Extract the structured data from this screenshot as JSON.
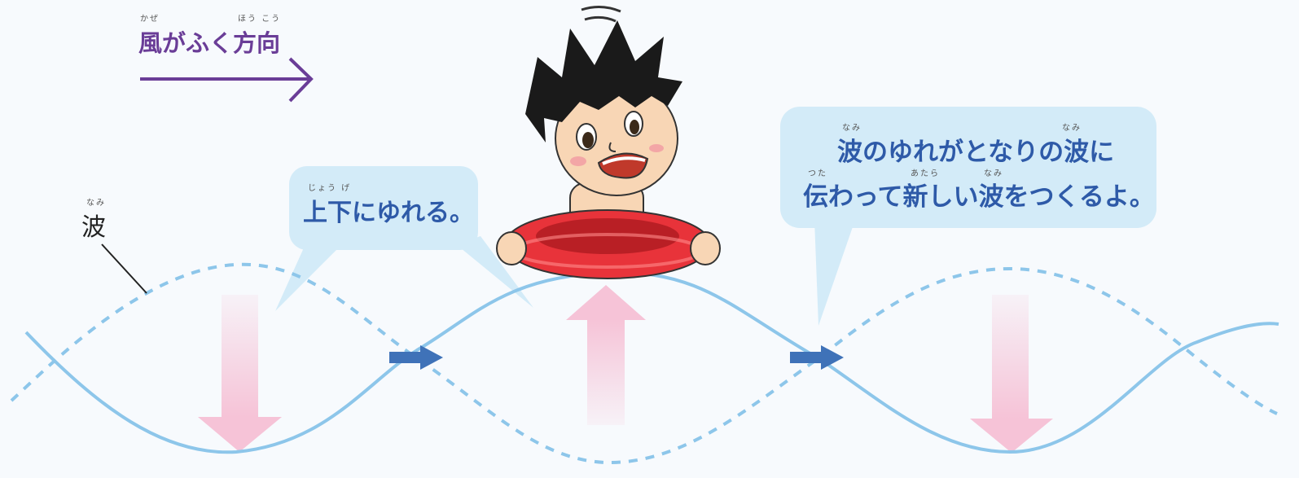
{
  "wind": {
    "label": "風がふく方向",
    "ruby_kaze": "かぜ",
    "ruby_houkou": "ほう こう",
    "color": "#6a3d97"
  },
  "wave_label": {
    "text": "波",
    "ruby": "なみ"
  },
  "bubble_left": {
    "text": "上下にゆれる。",
    "ruby": "じょう げ"
  },
  "bubble_right": {
    "line1": "波のゆれがとなりの波に",
    "line2": "伝わって新しい波をつくるよ。",
    "ruby_line1_a": "なみ",
    "ruby_line1_b": "なみ",
    "ruby_line2_a": "つた",
    "ruby_line2_b": "あたら",
    "ruby_line2_c": "なみ"
  },
  "colors": {
    "solid_wave": "#8dc6ea",
    "dashed_wave": "#8dc6ea",
    "bubble": "#d3ebf8",
    "pink_arrow": "#f6c3d7",
    "blue_arrow": "#3f72b8",
    "text_blue": "#2e5aa8"
  },
  "icons": [
    "wind-direction-arrow",
    "blue-right-arrow",
    "pink-down-arrow",
    "pink-up-arrow",
    "boy-in-swim-ring"
  ]
}
